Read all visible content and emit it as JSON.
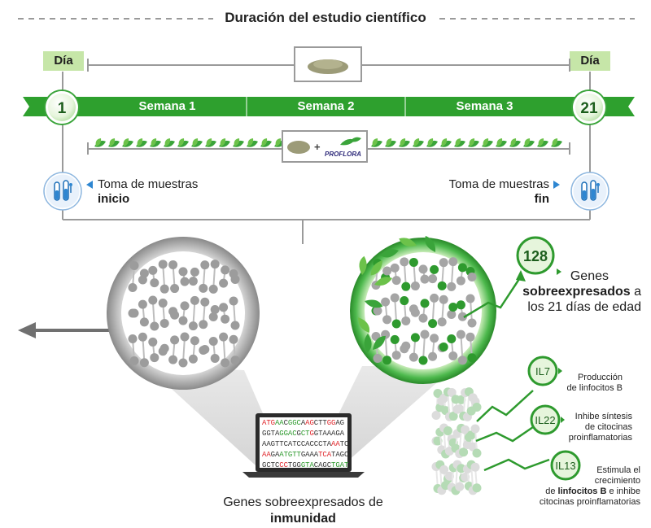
{
  "title": "Duración del estudio científico",
  "timeline": {
    "day_label_left": "Día",
    "day_label_right": "Día",
    "day_start": "1",
    "day_end": "21",
    "weeks": [
      "Semana 1",
      "Semana 2",
      "Semana 3"
    ],
    "supplement_logo": "PROFLORA",
    "plus_sign": "+"
  },
  "sampling": {
    "start_line1": "Toma de muestras",
    "start_line2": "inicio",
    "end_line1": "Toma de muestras",
    "end_line2": "fin"
  },
  "genes": {
    "count": "128",
    "line1": "Genes",
    "line2_bold": "sobreexpresados",
    "line2_rest": " a",
    "line3": "los 21 días de edad"
  },
  "interleukins": [
    {
      "name": "IL7",
      "text_lines": [
        "Producción",
        "de linfocitos B"
      ]
    },
    {
      "name": "IL22",
      "text_lines": [
        "Inhibe síntesis",
        "de citocinas",
        "proinflamatorias"
      ]
    },
    {
      "name": "IL13",
      "text_lines": [
        "Estimula el",
        "crecimiento"
      ],
      "bold": "linfocitos B",
      "text_pre": "de ",
      "text_post": " e inhibe",
      "text_last": "citocinas proinflamatorias"
    }
  ],
  "laptop_sequence": [
    "ATGAACGGCAAGCTTGGAG",
    "GGTAGGACGCTGGTAAAGA",
    "AAGTTCATCCACCCTAAATC",
    "AAGAATGTTGAAATCATAGC",
    "GCTCCCTGGGTACAGCTGAT"
  ],
  "bottom_caption": {
    "line1": "Genes sobreexpresados de",
    "line2": "inmunidad"
  },
  "colors": {
    "green": "#2ea02e",
    "light_green": "#c6e6a8",
    "gray": "#9a9a9a",
    "dna_red": "#e0262b",
    "dna_green": "#2e9a2e"
  }
}
